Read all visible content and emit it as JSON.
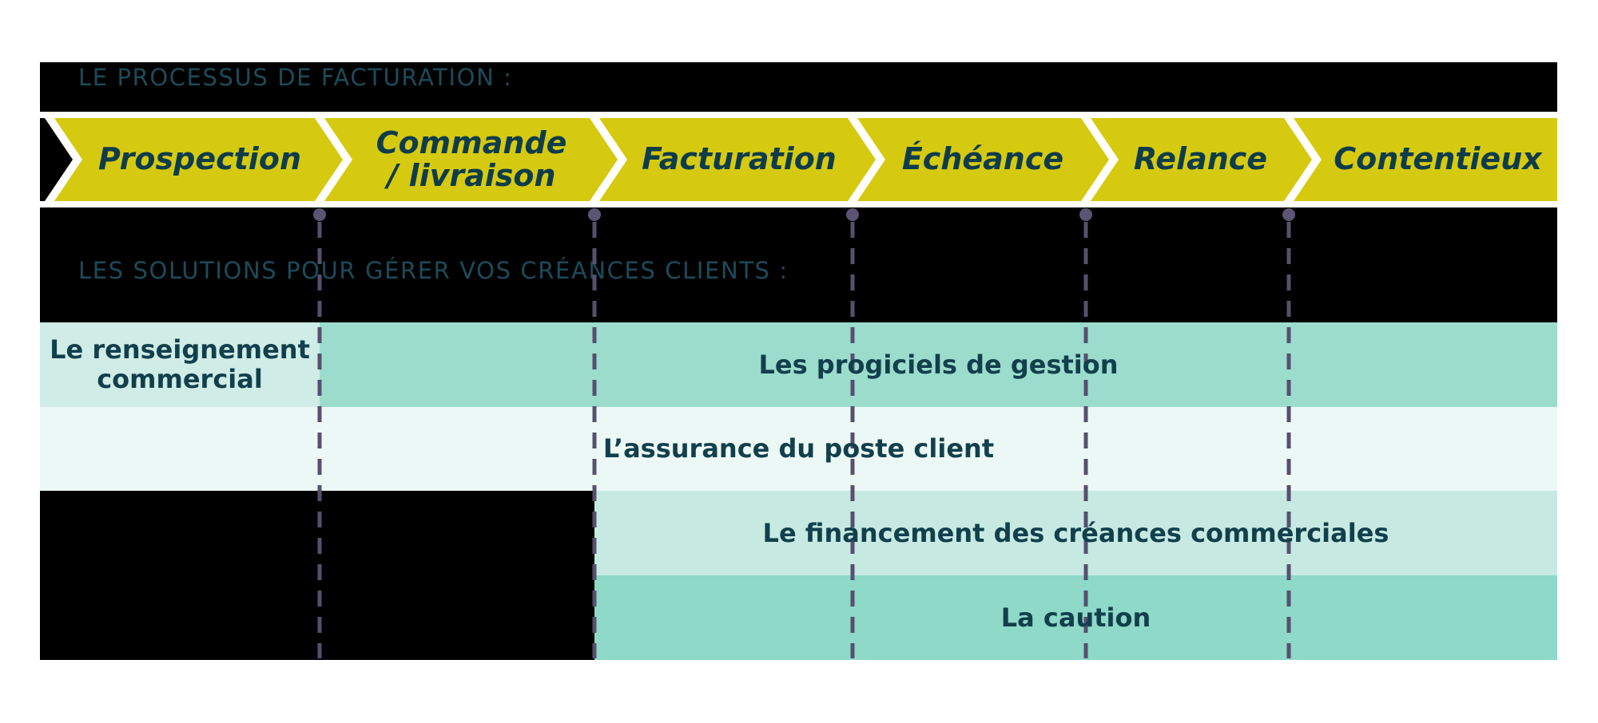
{
  "titles": {
    "process": "LE PROCESSUS DE FACTURATION :",
    "solutions": "LES SOLUTIONS POUR GÉRER VOS CRÉANCES CLIENTS :"
  },
  "process_steps": [
    {
      "label": "Prospection",
      "lines": [
        "Prospection"
      ]
    },
    {
      "label": "Commande / livraison",
      "lines": [
        "Commande",
        "/ livraison"
      ]
    },
    {
      "label": "Facturation",
      "lines": [
        "Facturation"
      ]
    },
    {
      "label": "Échéance",
      "lines": [
        "Échéance"
      ]
    },
    {
      "label": "Relance",
      "lines": [
        "Relance"
      ]
    },
    {
      "label": "Contentieux",
      "lines": [
        "Contentieux"
      ]
    }
  ],
  "solutions": [
    {
      "label": "Le renseignement commercial",
      "covers": "Prospection"
    },
    {
      "label": "Les progiciels de gestion",
      "covers": "Commande / livraison → Contentieux"
    },
    {
      "label": "L’assurance du poste client",
      "covers": "Prospection → Contentieux"
    },
    {
      "label": "Le financement des créances commerciales",
      "covers": "Facturation → Contentieux"
    },
    {
      "label": "La caution",
      "covers": "Facturation → Contentieux"
    }
  ],
  "colors": {
    "background": "#ffffff",
    "panel_black": "#000000",
    "chevron_yellow": "#d5ca10",
    "step_text": "#0f3c4a",
    "header_text": "#1c4b59",
    "solution_text": "#123f4c",
    "connector_purple": "#56506e",
    "row_renseignement": "#cfece6",
    "row_progiciels": "#9cdccd",
    "row_assurance": "#ecf8f5",
    "row_financement": "#c6eae2",
    "row_caution": "#8fd9c8"
  }
}
